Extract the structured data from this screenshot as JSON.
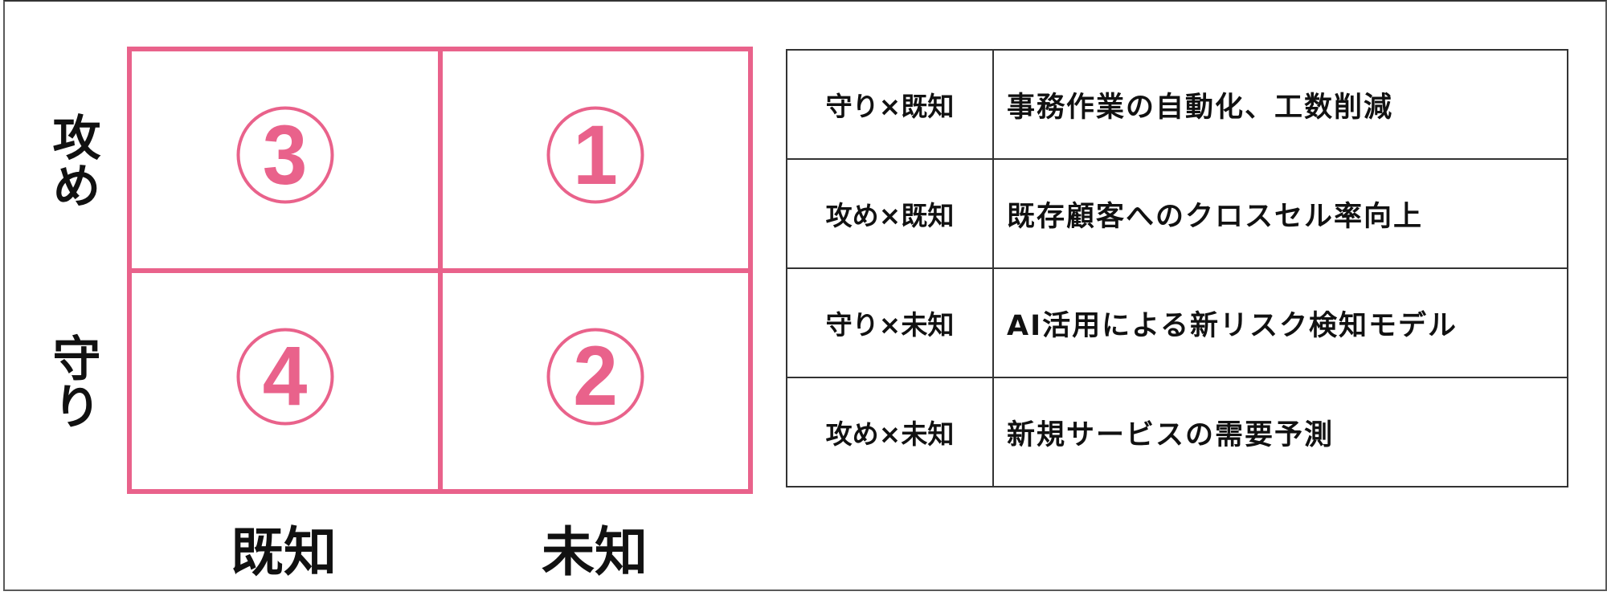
{
  "colors": {
    "accent_pink": "#E9628B",
    "text": "#111111",
    "table_border": "#333333"
  },
  "matrix": {
    "y_axis": {
      "top_label": "攻め",
      "bottom_label": "守り"
    },
    "x_axis": {
      "left_label": "既知",
      "right_label": "未知"
    },
    "quadrants": {
      "top_left": {
        "number": "3",
        "glyph": "③",
        "position": "攻め×既知"
      },
      "top_right": {
        "number": "1",
        "glyph": "①",
        "position": "攻め×未知"
      },
      "bottom_left": {
        "number": "4",
        "glyph": "④",
        "position": "守り×既知"
      },
      "bottom_right": {
        "number": "2",
        "glyph": "②",
        "position": "守り×未知"
      }
    }
  },
  "legend_table": {
    "rows": [
      {
        "key": "守り×既知",
        "description": "事務作業の自動化、工数削減"
      },
      {
        "key": "攻め×既知",
        "description": "既存顧客へのクロスセル率向上"
      },
      {
        "key": "守り×未知",
        "description": "AI活用による新リスク検知モデル"
      },
      {
        "key": "攻め×未知",
        "description": "新規サービスの需要予測"
      }
    ]
  }
}
